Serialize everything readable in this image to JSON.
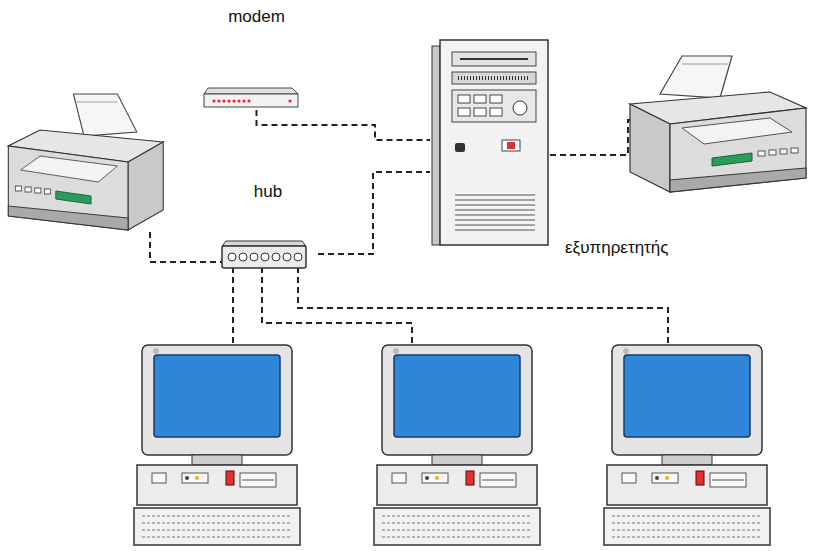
{
  "diagram": {
    "nodes": [
      {
        "text": [
          "modem"
        ]
      },
      {
        "text": [
          "εξυπηρετητής"
        ]
      },
      {
        "text": [
          "hub"
        ]
      }
    ],
    "edges": [
      {
        "from": 0,
        "to": 1,
        "arrow": "none"
      },
      {
        "from": 2,
        "to": 1,
        "arrow": "none"
      }
    ]
  }
}
